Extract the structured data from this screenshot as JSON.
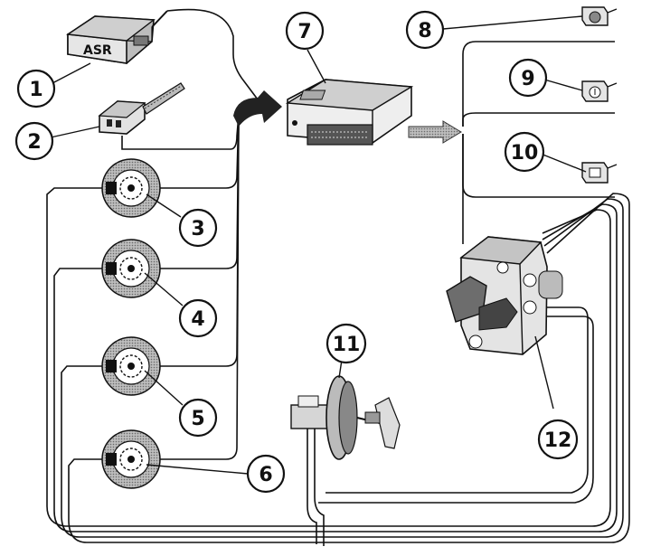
{
  "diagram": {
    "switch_label": "ASR",
    "callouts": [
      {
        "id": "1",
        "label": "1"
      },
      {
        "id": "2",
        "label": "2"
      },
      {
        "id": "3",
        "label": "3"
      },
      {
        "id": "4",
        "label": "4"
      },
      {
        "id": "5",
        "label": "5"
      },
      {
        "id": "6",
        "label": "6"
      },
      {
        "id": "7",
        "label": "7"
      },
      {
        "id": "8",
        "label": "8"
      },
      {
        "id": "9",
        "label": "9"
      },
      {
        "id": "10",
        "label": "10"
      },
      {
        "id": "11",
        "label": "11"
      },
      {
        "id": "12",
        "label": "12"
      }
    ]
  }
}
